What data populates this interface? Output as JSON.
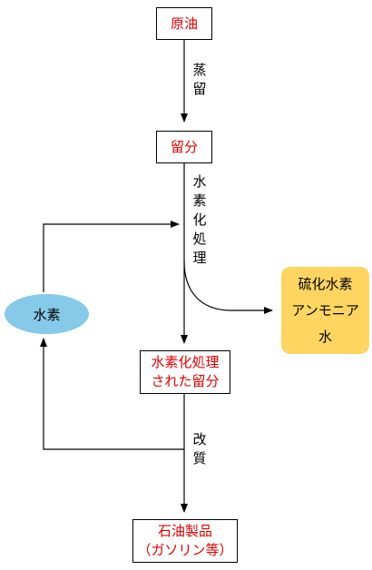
{
  "colors": {
    "product_text": "#e00000",
    "hydrogen_fill": "#86c9e8",
    "byproduct_fill": "#fdd560",
    "line": "#000000"
  },
  "nodes": {
    "crude_oil": "原油",
    "fraction": "留分",
    "treated_fraction": {
      "line1": "水素化処理",
      "line2": "された留分"
    },
    "products": {
      "line1": "石油製品",
      "line2": "（ガソリン等）"
    },
    "hydrogen": "水素",
    "byproducts": {
      "line1": "硫化水素",
      "line2": "アンモニア",
      "line3": "水"
    }
  },
  "steps": {
    "distillation": [
      "蒸",
      "留"
    ],
    "hydrotreating": [
      "水",
      "素",
      "化",
      "処",
      "理"
    ],
    "reforming": [
      "改",
      "質"
    ]
  }
}
